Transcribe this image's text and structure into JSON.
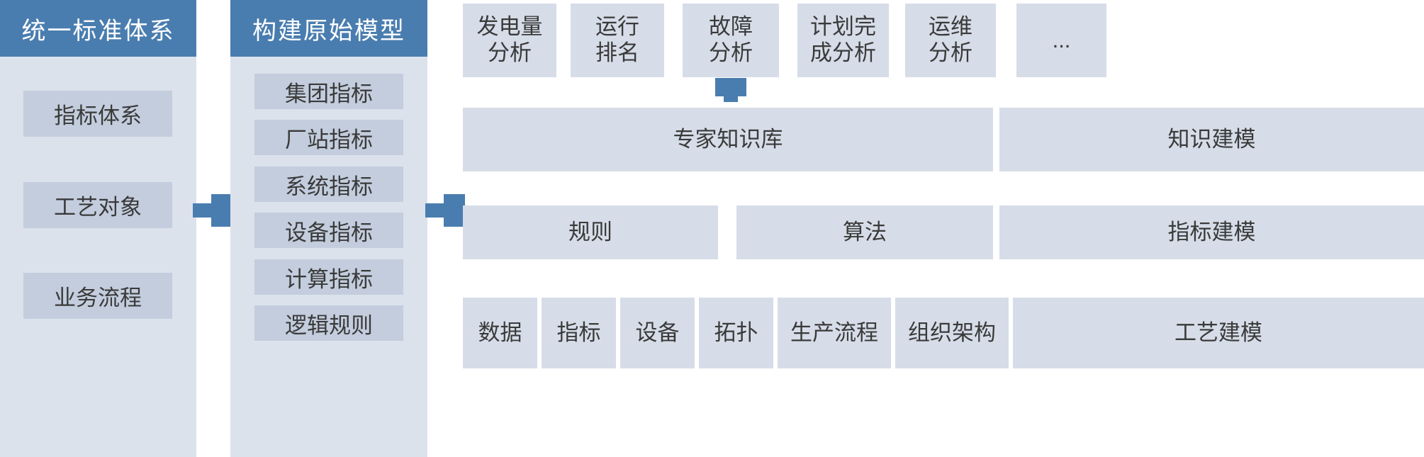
{
  "diagram": {
    "title_colors": {
      "header_blue": "#4a7daf",
      "panel_bg": "#dce2ec",
      "inner_box": "#c3cddd",
      "light_box": "#d6dde8",
      "text_dark": "#3a3a3a",
      "text_light": "#ffffff",
      "canvas": "#ffffff"
    },
    "columns": [
      {
        "id": "standards",
        "header": "统一标准体系",
        "items": [
          {
            "label": "指标体系"
          },
          {
            "label": "工艺对象"
          },
          {
            "label": "业务流程"
          }
        ]
      },
      {
        "id": "original-model",
        "header": "构建原始模型",
        "items": [
          {
            "label": "集团指标"
          },
          {
            "label": "厂站指标"
          },
          {
            "label": "系统指标"
          },
          {
            "label": "设备指标"
          },
          {
            "label": "计算指标"
          },
          {
            "label": "逻辑规则"
          }
        ]
      }
    ],
    "connectors": [
      {
        "id": "arrow-standards-to-model",
        "direction": "right"
      },
      {
        "id": "arrow-model-to-rules",
        "direction": "right"
      },
      {
        "id": "arrow-fault-to-knowledge",
        "direction": "down"
      }
    ],
    "applications": [
      {
        "label": "发电量\n分析"
      },
      {
        "label": "运行\n排名"
      },
      {
        "label": "故障\n分析"
      },
      {
        "label": "计划完\n成分析"
      },
      {
        "label": "运维\n分析"
      },
      {
        "label": "..."
      }
    ],
    "knowledge_row": {
      "main": "专家知识库",
      "side": "知识建模"
    },
    "rules_row": {
      "items": [
        {
          "label": "规则"
        },
        {
          "label": "算法"
        }
      ],
      "side": "指标建模"
    },
    "foundation_row": [
      {
        "label": "数据"
      },
      {
        "label": "指标"
      },
      {
        "label": "设备"
      },
      {
        "label": "拓扑"
      },
      {
        "label": "生产流程"
      },
      {
        "label": "组织架构"
      },
      {
        "label": "工艺建模"
      }
    ]
  }
}
